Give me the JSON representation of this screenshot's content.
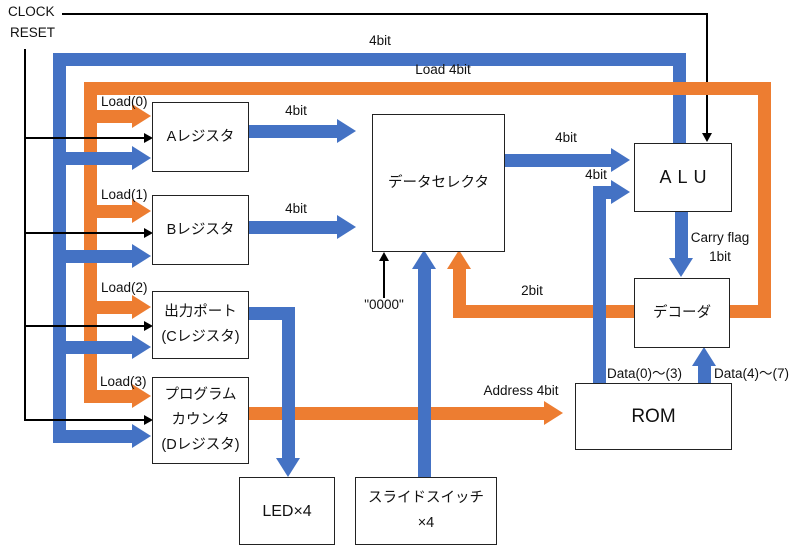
{
  "colors": {
    "data_bus_blue": "#4472C4",
    "control_bus_orange": "#ED7D31",
    "signal_line_black": "#000000"
  },
  "labels": {
    "clock": "CLOCK",
    "reset": "RESET",
    "feedback_bus": "4bit",
    "load_bus": "Load 4bit",
    "load0": "Load(0)",
    "load1": "Load(1)",
    "load2": "Load(2)",
    "load3": "Load(3)",
    "reg_a_out": "4bit",
    "reg_b_out": "4bit",
    "selector_out": "4bit",
    "rom_data_in": "4bit",
    "carry_line1": "Carry flag",
    "carry_line2": "1bit",
    "select": "2bit",
    "zero": "\"0000\"",
    "address": "Address 4bit",
    "data_low": "Data(0)～(3)",
    "data_high": "Data(4)～(7)"
  },
  "blocks": {
    "reg_a": "Aレジスタ",
    "reg_b": "Bレジスタ",
    "output_port_line1": "出力ポート",
    "output_port_line2": "(Cレジスタ)",
    "pc_line1": "プログラム",
    "pc_line2": "カウンタ",
    "pc_line3": "(Dレジスタ)",
    "data_selector": "データセレクタ",
    "alu": "ALU",
    "decoder": "デコーダ",
    "rom": "ROM",
    "led": "LED×4",
    "switch_line1": "スライドスイッチ",
    "switch_line2": "×4"
  }
}
